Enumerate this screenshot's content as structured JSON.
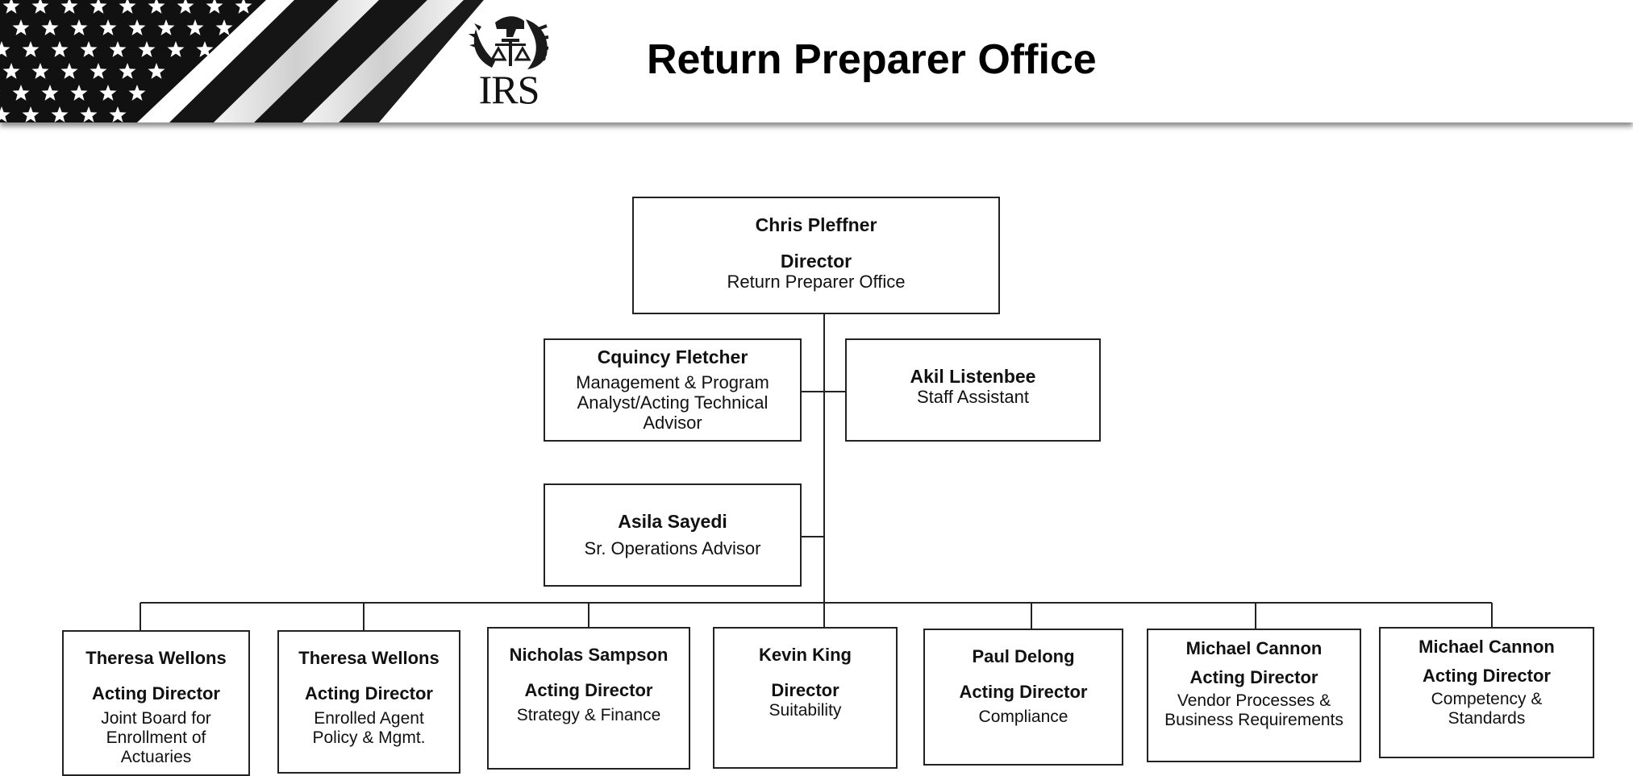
{
  "header": {
    "title": "Return Preparer Office",
    "logo_text": "IRS",
    "logo_icon": "irs-eagle-scales-icon",
    "flag_icon": "us-flag-stars-stripes-icon"
  },
  "colors": {
    "line": "#222222",
    "text": "#111111",
    "background": "#ffffff"
  },
  "org": {
    "director": {
      "name": "Chris Pleffner",
      "title": "Director",
      "org": "Return Preparer Office"
    },
    "staff": [
      {
        "name": "Cquincy Fletcher",
        "org": "Management & Program Analyst/Acting Technical Advisor"
      },
      {
        "name": "Akil Listenbee",
        "org": "Staff Assistant"
      },
      {
        "name": "Asila Sayedi",
        "org": "Sr. Operations Advisor"
      }
    ],
    "units": [
      {
        "name": "Theresa Wellons",
        "title": "Acting Director",
        "org": "Joint Board for Enrollment of Actuaries"
      },
      {
        "name": "Theresa Wellons",
        "title": "Acting Director",
        "org": "Enrolled Agent Policy & Mgmt."
      },
      {
        "name": "Nicholas Sampson",
        "title": "Acting Director",
        "org": "Strategy & Finance"
      },
      {
        "name": "Kevin King",
        "title": "Director",
        "org": "Suitability"
      },
      {
        "name": "Paul Delong",
        "title": "Acting Director",
        "org": "Compliance"
      },
      {
        "name": "Michael Cannon",
        "title": "Acting Director",
        "org": "Vendor Processes & Business Requirements"
      },
      {
        "name": "Michael Cannon",
        "title": "Acting Director",
        "org": "Competency & Standards"
      }
    ]
  }
}
